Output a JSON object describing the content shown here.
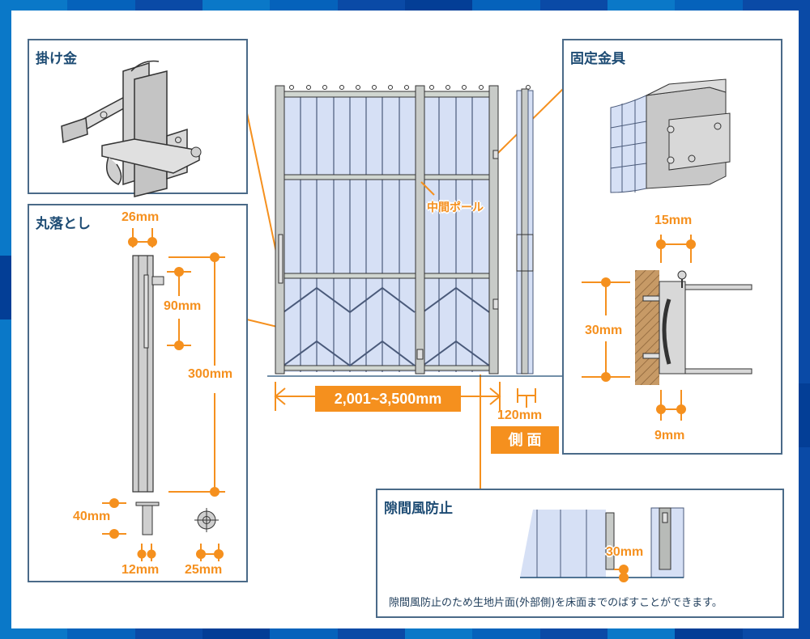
{
  "panels": {
    "latch": {
      "title": "掛け金"
    },
    "drop_bolt": {
      "title": "丸落とし",
      "dims": {
        "width": "26mm",
        "travel": "90mm",
        "length": "300mm",
        "pin_length": "40mm",
        "pin_diameter": "12mm",
        "hole_diameter": "25mm"
      }
    },
    "fixing_bracket": {
      "title": "固定金具",
      "dims": {
        "top": "15mm",
        "height": "30mm",
        "bottom": "9mm"
      }
    },
    "draft_stop": {
      "title": "隙間風防止",
      "dim": "30mm",
      "caption": "隙間風防止のため生地片面(外部側)を床面までのばすことができます。"
    }
  },
  "gate": {
    "middle_pole_label": "中間ポール",
    "width_label": "2,001~3,500mm",
    "side_depth_label": "120mm",
    "side_view_label": "側 面"
  },
  "colors": {
    "accent": "#f5901e",
    "title": "#1e4c74",
    "border": "#4a6a88",
    "fabric": "#d6e0f5",
    "frame": "#c8cbc8"
  }
}
